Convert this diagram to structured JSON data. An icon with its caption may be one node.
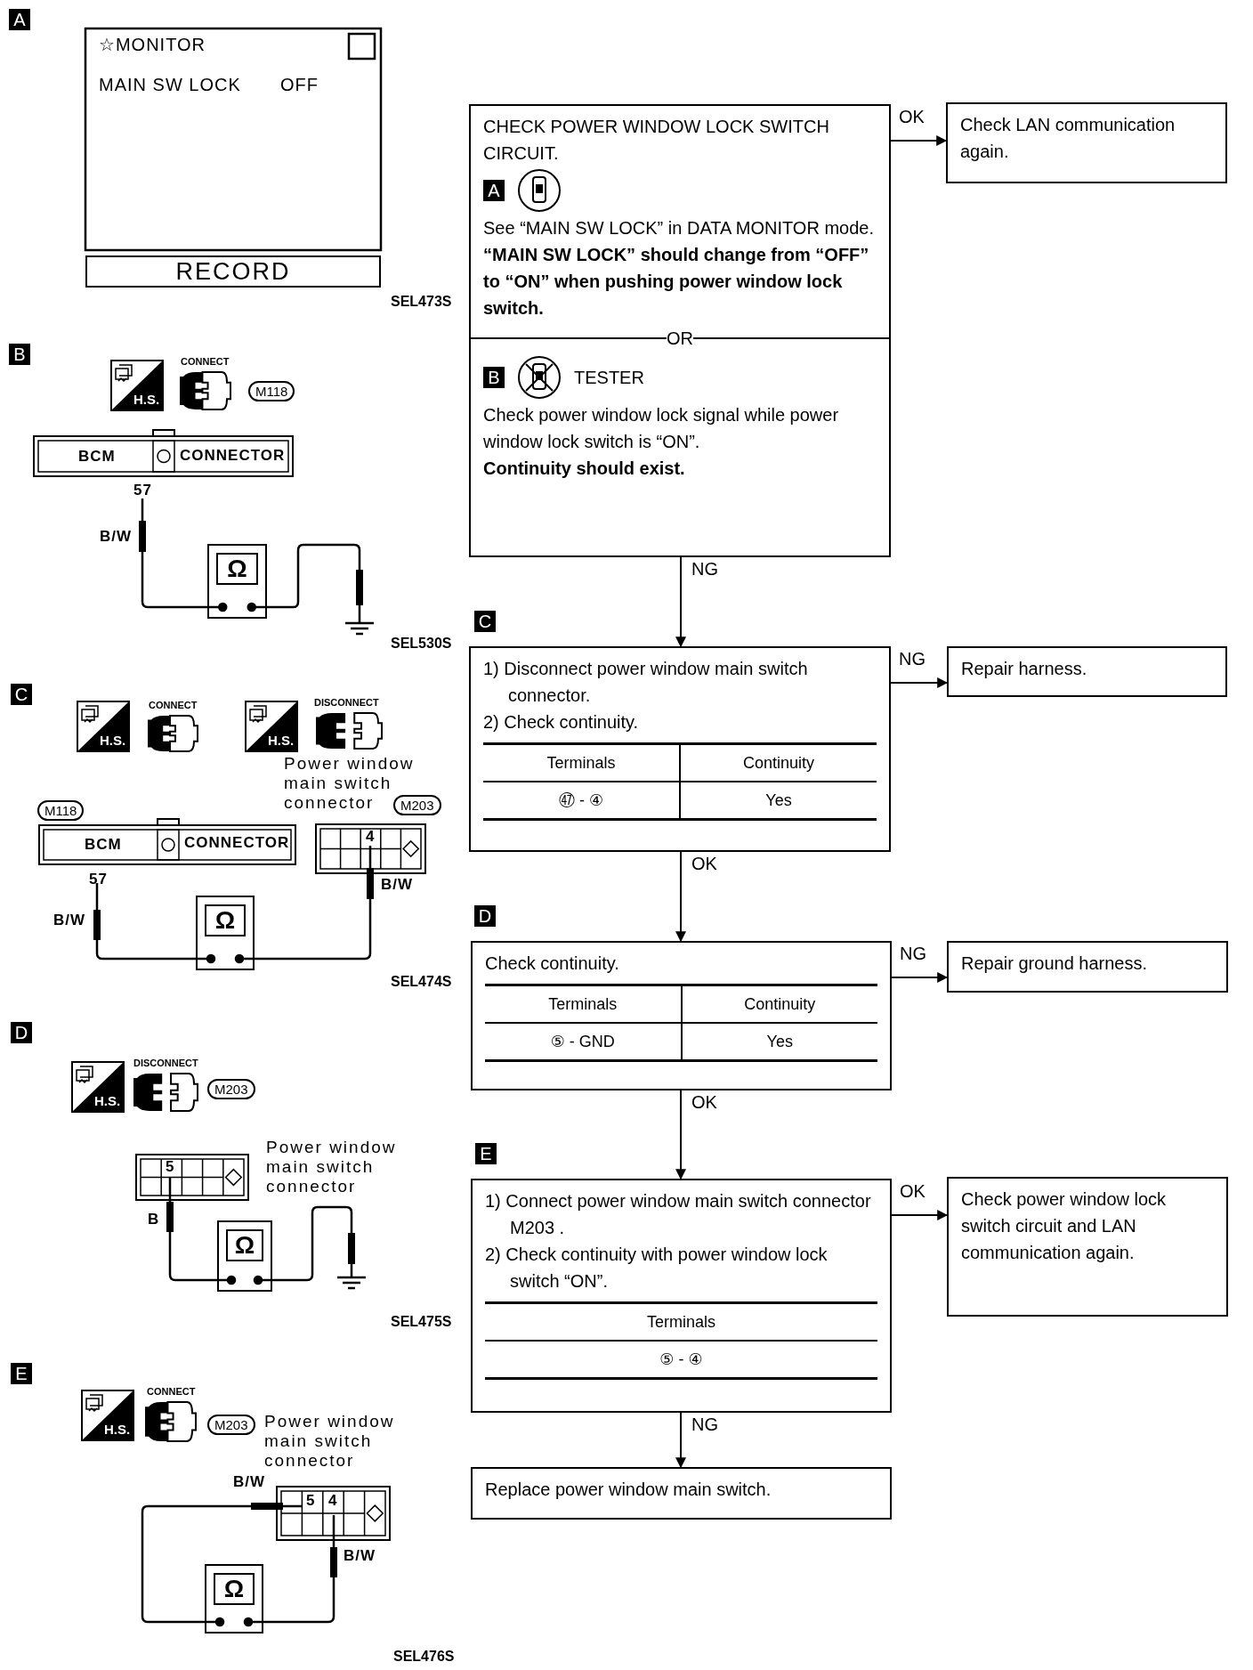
{
  "diagram": {
    "nodes": [
      {
        "text": [
          "CHECK POWER WINDOW LOCK SWITCH CIRCUIT.",
          "A",
          "See “MAIN SW LOCK” in DATA MONITOR mode.",
          "“MAIN SW LOCK” should change from “OFF” to “ON” when pushing power window lock switch.",
          "OR",
          "B",
          "TESTER",
          "Check power window lock signal while power window lock switch is “ON”.",
          "Continuity should exist."
        ]
      },
      {
        "text": [
          "Check LAN communication again."
        ]
      },
      {
        "text": [
          "1) Disconnect power window main switch connector.",
          "2) Check continuity.",
          "Terminals",
          "Continuity",
          "㊼ - ④",
          "Yes"
        ],
        "beside": [
          "C"
        ]
      },
      {
        "text": [
          "Repair harness."
        ]
      },
      {
        "text": [
          "Check continuity.",
          "Terminals",
          "Continuity",
          "⑤ - GND",
          "Yes"
        ],
        "beside": [
          "D"
        ]
      },
      {
        "text": [
          "Repair ground harness."
        ]
      },
      {
        "text": [
          "1) Connect power window main switch connector M203 .",
          "2) Check continuity with power window lock switch “ON”.",
          "Terminals",
          "⑤ - ④"
        ],
        "beside": [
          "E"
        ]
      },
      {
        "text": [
          "Check power window lock switch circuit and LAN communication again."
        ]
      },
      {
        "text": [
          "Replace power window main switch."
        ]
      }
    ],
    "edges": [
      {
        "from": 0,
        "to": 1,
        "arrow": "to",
        "label": "OK"
      },
      {
        "from": 0,
        "to": 2,
        "arrow": "to",
        "label": "NG"
      },
      {
        "from": 2,
        "to": 3,
        "arrow": "to",
        "label": "NG"
      },
      {
        "from": 2,
        "to": 4,
        "arrow": "to",
        "label": "OK"
      },
      {
        "from": 4,
        "to": 5,
        "arrow": "to",
        "label": "NG"
      },
      {
        "from": 4,
        "to": 6,
        "arrow": "to",
        "label": "OK"
      },
      {
        "from": 6,
        "to": 7,
        "arrow": "to",
        "label": "OK"
      },
      {
        "from": 6,
        "to": 8,
        "arrow": "to",
        "label": "NG"
      }
    ],
    "labels": [
      "A",
      "☆MONITOR",
      "MAIN SW LOCK",
      "OFF",
      "RECORD",
      "SEL473S",
      "B",
      "H.S.",
      "CONNECT",
      "M118",
      "BCM",
      "CONNECTOR",
      "57",
      "B/W",
      "Ω",
      "SEL530S",
      "C",
      "H.S.",
      "CONNECT",
      "H.S.",
      "DISCONNECT",
      "Power window main switch connector",
      "M118",
      "BCM",
      "CONNECTOR",
      "M203",
      "4",
      "57",
      "B/W",
      "Ω",
      "B/W",
      "SEL474S",
      "D",
      "H.S.",
      "DISCONNECT",
      "M203",
      "Power window main switch connector",
      "5",
      "B",
      "Ω",
      "SEL475S",
      "E",
      "H.S.",
      "CONNECT",
      "M203",
      "Power window main switch connector",
      "B/W",
      "5",
      "4",
      "B/W",
      "Ω",
      "SEL476S"
    ]
  }
}
